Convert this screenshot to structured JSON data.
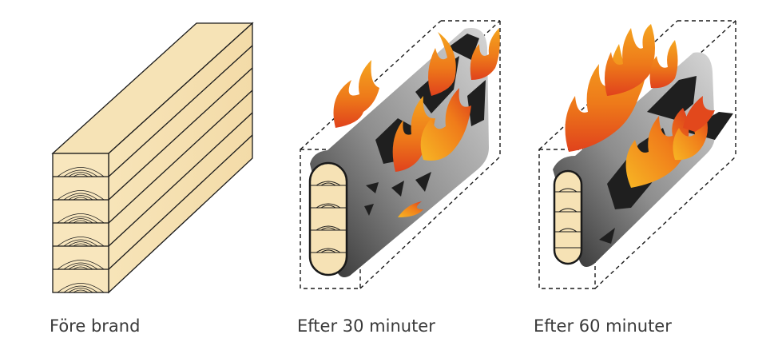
{
  "panels": [
    {
      "label": "Före brand"
    },
    {
      "label": "Efter 30 minuter"
    },
    {
      "label": "Efter 60 minuter"
    }
  ],
  "colors": {
    "wood": "#f6e2b5",
    "wood_line": "#1a1a1a",
    "char_dark": "#1f1f1f",
    "char_grey": "#8a8a8a",
    "flame_outer": "#e2481c",
    "flame_mid": "#f07d1a",
    "flame_inner": "#f7b21e"
  }
}
